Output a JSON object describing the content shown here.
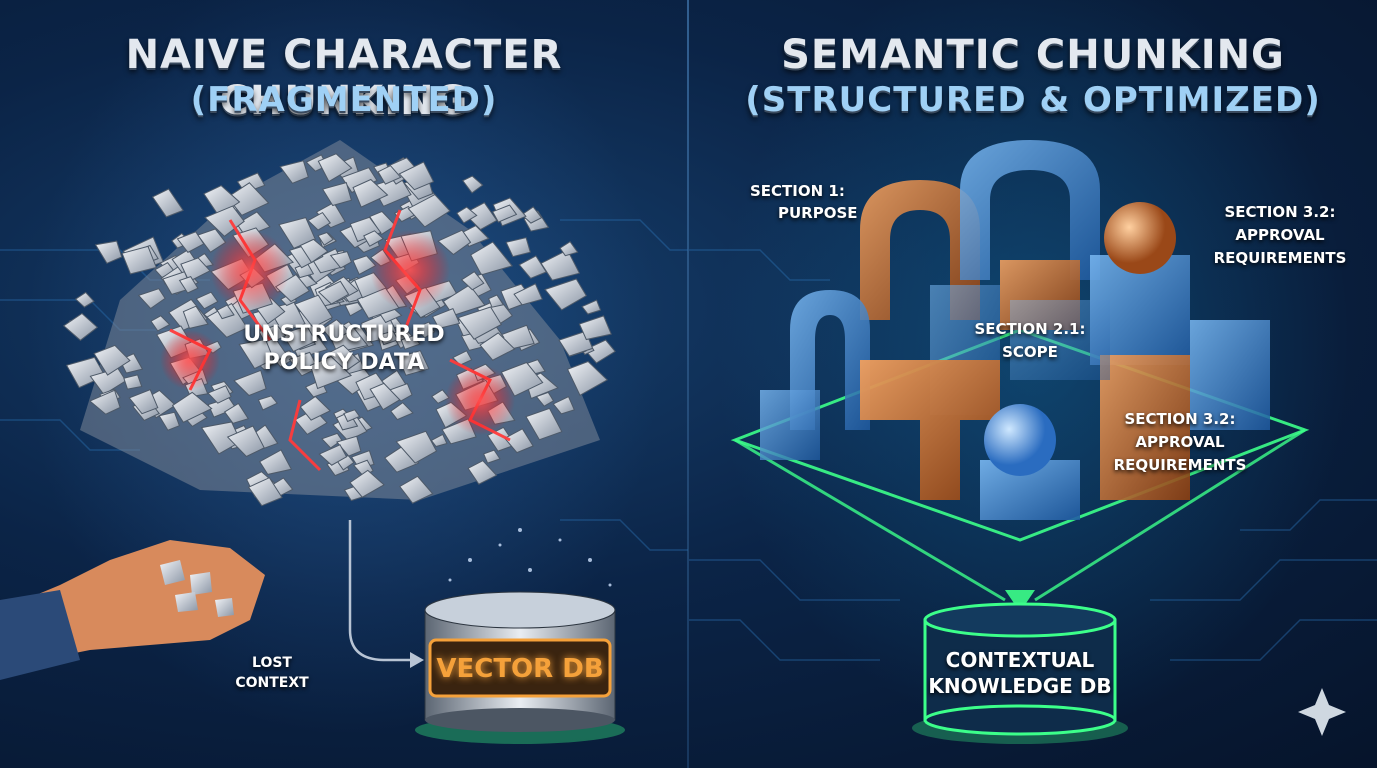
{
  "left": {
    "title_line1": "NAIVE CHARACTER CHUNKING",
    "title_line2": "(FRAGMENTED)",
    "center_label_line1": "UNSTRUCTURED",
    "center_label_line2": "POLICY DATA",
    "lost_label_line1": "LOST",
    "lost_label_line2": "CONTEXT",
    "db_label": "VECTOR DB"
  },
  "right": {
    "title_line1": "SEMANTIC CHUNKING",
    "title_line2": "(STRUCTURED & OPTIMIZED)",
    "section1_line1": "SECTION 1:",
    "section1_line2": "PURPOSE",
    "section32a_line1": "SECTION 3.2:",
    "section32a_line2": "APPROVAL",
    "section32a_line3": "REQUIREMENTS",
    "section21_line1": "SECTION 2.1:",
    "section21_line2": "SCOPE",
    "section32b_line1": "SECTION 3.2:",
    "section32b_line2": "APPROVAL",
    "section32b_line3": "REQUIREMENTS",
    "db_line1": "CONTEXTUAL",
    "db_line2": "KNOWLEDGE DB"
  },
  "icons": {
    "sparkle": "four-point-star-icon"
  },
  "colors": {
    "background": "#0b2447",
    "fracture_red": "#ff3b3b",
    "glow_green": "#3cff8a",
    "db_orange": "#f5a13a",
    "block_blue": "#4a8fd6",
    "block_orange": "#d9742a"
  }
}
